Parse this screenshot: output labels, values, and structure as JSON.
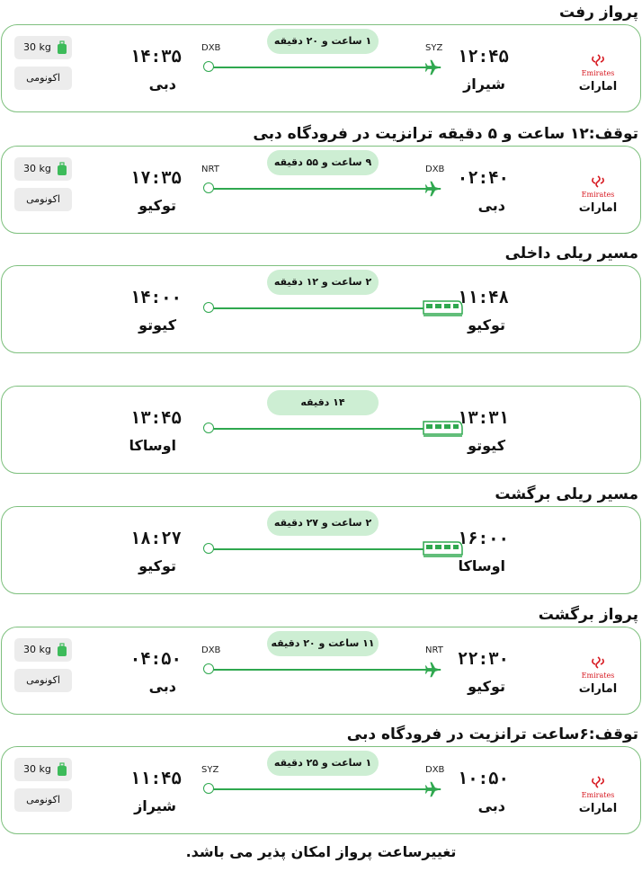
{
  "titles": {
    "outbound_flight": "پرواز رفت",
    "layover_dubai_out": "توقف:۱۲ ساعت و ۵ دقیقه ترانزیت در فرودگاه دبی",
    "domestic_rail": "مسیر ریلی داخلی",
    "return_rail": "مسیر ریلی برگشت",
    "return_flight": "پرواز برگشت",
    "layover_dubai_ret": "توقف:۶ساعت ترانزیت در فرودگاه دبی"
  },
  "segments": [
    {
      "type": "flight",
      "airline": "امارات",
      "dep_time": "۱۲:۴۵",
      "dep_city": "شیراز",
      "dep_code": "SYZ",
      "arr_time": "۱۴:۳۵",
      "arr_city": "دبی",
      "arr_code": "DXB",
      "duration": "۱ ساعت و ۲۰ دقیقه",
      "baggage": "30 kg",
      "cabin": "اکونومی"
    },
    {
      "type": "flight",
      "airline": "امارات",
      "dep_time": "۰۲:۴۰",
      "dep_city": "دبی",
      "dep_code": "DXB",
      "arr_time": "۱۷:۳۵",
      "arr_city": "توکیو",
      "arr_code": "NRT",
      "duration": "۹ ساعت و ۵۵ دقیقه",
      "baggage": "30 kg",
      "cabin": "اکونومی"
    },
    {
      "type": "train",
      "dep_time": "۱۱:۴۸",
      "dep_city": "توکیو",
      "arr_time": "۱۴:۰۰",
      "arr_city": "کیوتو",
      "duration": "۲ ساعت و ۱۲ دقیقه"
    },
    {
      "type": "train",
      "dep_time": "۱۳:۳۱",
      "dep_city": "کیوتو",
      "arr_time": "۱۳:۴۵",
      "arr_city": "اوساکا",
      "duration": "۱۴ دقیقه"
    },
    {
      "type": "train",
      "dep_time": "۱۶:۰۰",
      "dep_city": "اوساکا",
      "arr_time": "۱۸:۲۷",
      "arr_city": "توکیو",
      "duration": "۲ ساعت و ۲۷ دقیقه"
    },
    {
      "type": "flight",
      "airline": "امارات",
      "dep_time": "۲۲:۳۰",
      "dep_city": "توکیو",
      "dep_code": "NRT",
      "arr_time": "۰۴:۵۰",
      "arr_city": "دبی",
      "arr_code": "DXB",
      "duration": "۱۱ ساعت و ۲۰ دقیقه",
      "baggage": "30 kg",
      "cabin": "اکونومی"
    },
    {
      "type": "flight",
      "airline": "امارات",
      "dep_time": "۱۰:۵۰",
      "dep_city": "دبی",
      "dep_code": "DXB",
      "arr_time": "۱۱:۴۵",
      "arr_city": "شیراز",
      "arr_code": "SYZ",
      "duration": "۱ ساعت و ۲۵ دقیقه",
      "baggage": "30 kg",
      "cabin": "اکونومی"
    }
  ],
  "logo_text": "Emirates",
  "footer_note": "تغییرساعت پرواز امکان پذیر می باشد.",
  "colors": {
    "accent": "#2fa84f",
    "duration_bg": "#cdeed3",
    "card_border": "#7ec07e",
    "emirates_red": "#d71921",
    "bag_green": "#3dbb5a"
  }
}
